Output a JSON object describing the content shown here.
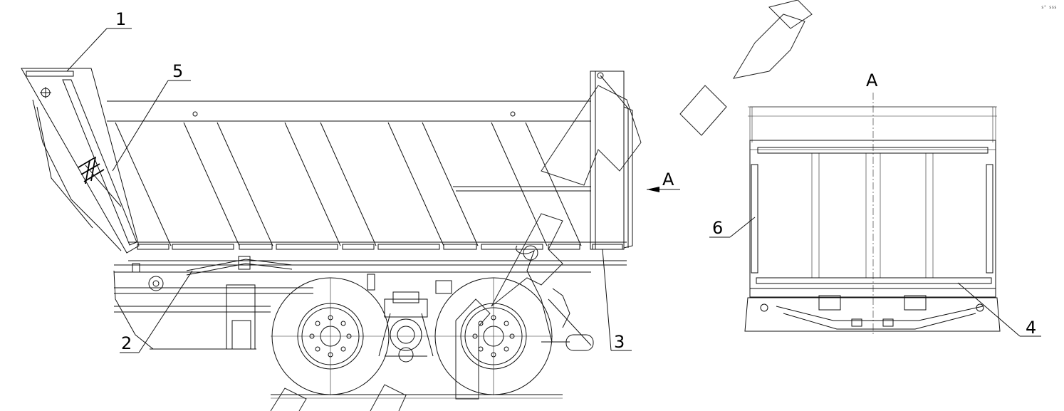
{
  "callouts": [
    {
      "id": "1",
      "label": "1"
    },
    {
      "id": "2",
      "label": "2"
    },
    {
      "id": "3",
      "label": "3"
    },
    {
      "id": "4",
      "label": "4"
    },
    {
      "id": "5",
      "label": "5"
    },
    {
      "id": "6",
      "label": "6"
    }
  ],
  "view_arrow_label": "A",
  "view_title": "A",
  "corner_mark": "s° sss"
}
